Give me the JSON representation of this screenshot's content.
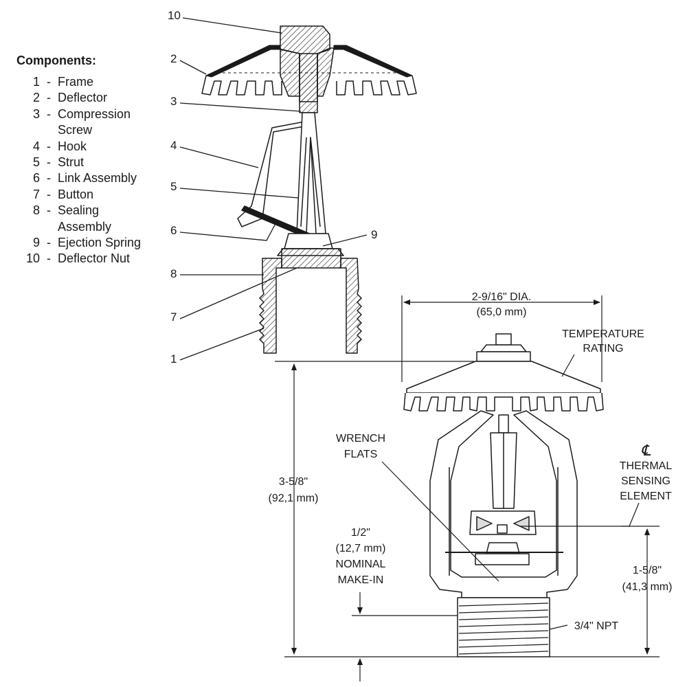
{
  "legend": {
    "title": "Components:",
    "items": [
      {
        "num": "1",
        "name": "Frame"
      },
      {
        "num": "2",
        "name": "Deflector"
      },
      {
        "num": "3",
        "name": "Compression\nScrew"
      },
      {
        "num": "4",
        "name": "Hook"
      },
      {
        "num": "5",
        "name": "Strut"
      },
      {
        "num": "6",
        "name": "Link Assembly"
      },
      {
        "num": "7",
        "name": "Button"
      },
      {
        "num": "8",
        "name": "Sealing\nAssembly"
      },
      {
        "num": "9",
        "name": "Ejection Spring"
      },
      {
        "num": "10",
        "name": "Deflector Nut"
      }
    ]
  },
  "callouts": {
    "c1": "1",
    "c2": "2",
    "c3": "3",
    "c4": "4",
    "c5": "5",
    "c6": "6",
    "c7": "7",
    "c8": "8",
    "c9": "9",
    "c10": "10"
  },
  "dimensions": {
    "dia_line1": "2-9/16\" DIA.",
    "dia_line2": "(65,0 mm)",
    "height_line1": "3-5/8\"",
    "height_line2": "(92,1 mm)",
    "makein_line1": "1/2\"",
    "makein_line2": "(12,7 mm)",
    "makein_line3": "NOMINAL",
    "makein_line4": "MAKE-IN",
    "element_line1": "1-5/8\"",
    "element_line2": "(41,3 mm)",
    "npt": "3/4\" NPT"
  },
  "labels": {
    "temp_line1": "TEMPERATURE",
    "temp_line2": "RATING",
    "wrench_line1": "WRENCH",
    "wrench_line2": "FLATS",
    "centerline_symbol": "℄",
    "thermal_line1": "THERMAL",
    "thermal_line2": "SENSING",
    "thermal_line3": "ELEMENT"
  }
}
